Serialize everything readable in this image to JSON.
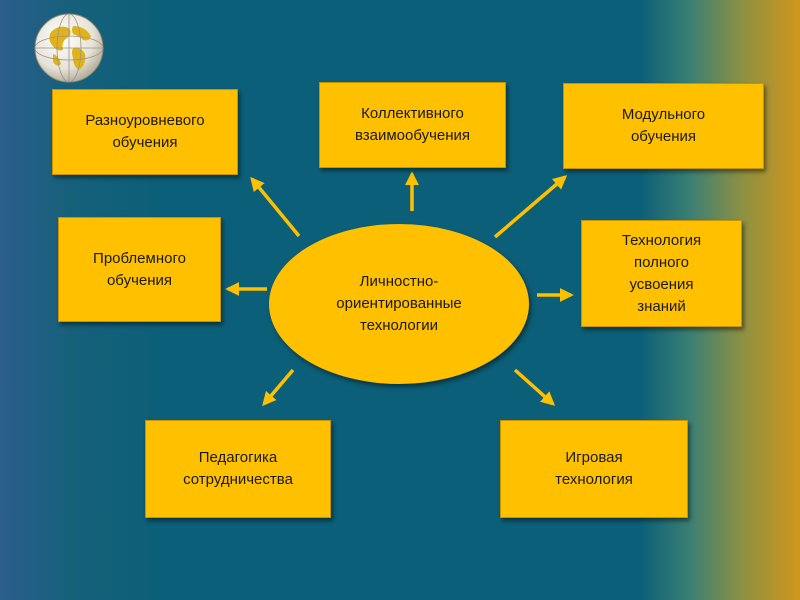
{
  "center": {
    "label": "Личностно-\nориентированные\nтехнологии"
  },
  "boxes": {
    "multilevel": "Разноуровневого\nобучения",
    "collective": "Коллективного\nвзаимообучения",
    "modular": "Модульного\nобучения",
    "problem": "Проблемного\nобучения",
    "full_mastery": "Технология\nполного\nусвоения\nзнаний",
    "cooperation": "Педагогика\nсотрудничества",
    "game": "Игровая\nтехнология"
  },
  "colors": {
    "box_fill": "#ffc000",
    "arrow": "#ffc000",
    "background": "#0c5f78"
  },
  "icons": {
    "logo": "globe-icon"
  }
}
